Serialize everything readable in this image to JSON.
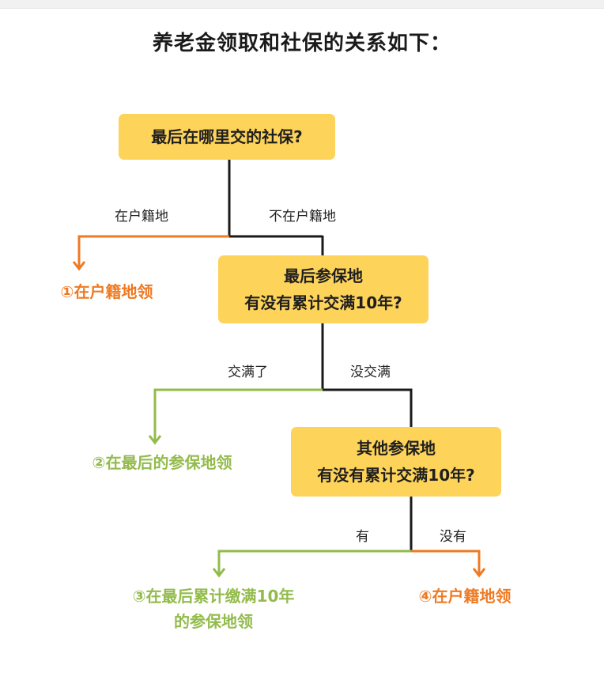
{
  "title": "养老金领取和社保的关系如下：",
  "questions": [
    {
      "lines": [
        "最后在哪里交的社保?"
      ]
    },
    {
      "lines": [
        "最后参保地",
        "有没有累计交满10年?"
      ]
    },
    {
      "lines": [
        "其他参保地",
        "有没有累计交满10年?"
      ]
    }
  ],
  "branches": {
    "q1_left": "在户籍地",
    "q1_right": "不在户籍地",
    "q2_left": "交满了",
    "q2_right": "没交满",
    "q3_left": "有",
    "q3_right": "没有"
  },
  "outcomes": [
    {
      "lines": [
        "①在户籍地领"
      ]
    },
    {
      "lines": [
        "②在最后的参保地领"
      ]
    },
    {
      "lines": [
        "③在最后累计缴满10年",
        "的参保地领"
      ]
    },
    {
      "lines": [
        "④在户籍地领"
      ]
    }
  ],
  "colors": {
    "box": "#fdd35a",
    "orange": "#ef7a22",
    "green": "#93bb4c",
    "line": "#1a1a1a"
  }
}
